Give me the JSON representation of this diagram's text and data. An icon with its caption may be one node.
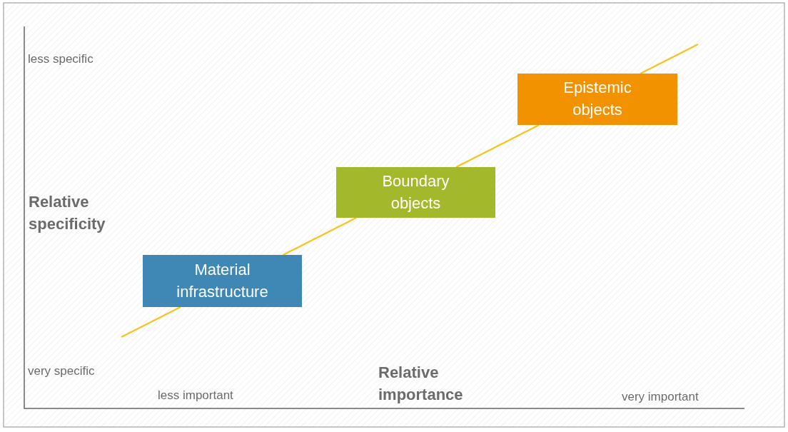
{
  "diagram": {
    "nodes": [
      {
        "text": [
          "Material infrastructure"
        ]
      },
      {
        "text": [
          "Boundary objects"
        ]
      },
      {
        "text": [
          "Epistemic objects"
        ]
      }
    ],
    "edges": [
      {
        "from": null,
        "to": 0,
        "arrow": "none"
      },
      {
        "from": 0,
        "to": 1,
        "arrow": "none"
      },
      {
        "from": 1,
        "to": 2,
        "arrow": "none"
      },
      {
        "from": 2,
        "to": null,
        "arrow": "none"
      }
    ],
    "labels": [
      "less specific",
      "Relative specificity",
      "very specific",
      "less important",
      "Relative importance",
      "very important"
    ]
  }
}
